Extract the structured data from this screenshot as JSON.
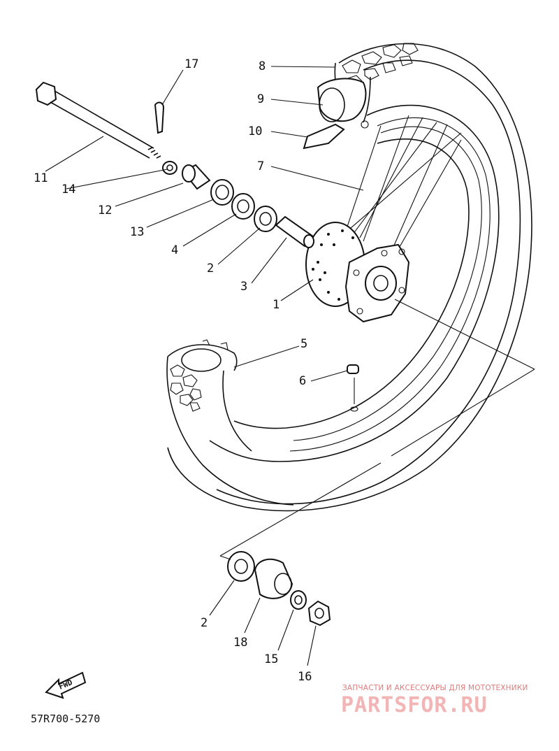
{
  "diagram": {
    "part_numbers": {
      "p1": "1",
      "p2a": "2",
      "p2b": "2",
      "p3": "3",
      "p4": "4",
      "p5": "5",
      "p6": "6",
      "p7": "7",
      "p8": "8",
      "p9": "9",
      "p10": "10",
      "p11": "11",
      "p12": "12",
      "p13": "13",
      "p14": "14",
      "p15": "15",
      "p16": "16",
      "p17": "17",
      "p18": "18"
    },
    "fwd_label": "FWD",
    "drawing_code": "57R700-5270"
  },
  "watermark": {
    "tagline": "ЗАПЧАСТИ И АКСЕССУАРЫ ДЛЯ МОТОТЕХНИКИ",
    "brand": "PARTSFOR.RU"
  }
}
